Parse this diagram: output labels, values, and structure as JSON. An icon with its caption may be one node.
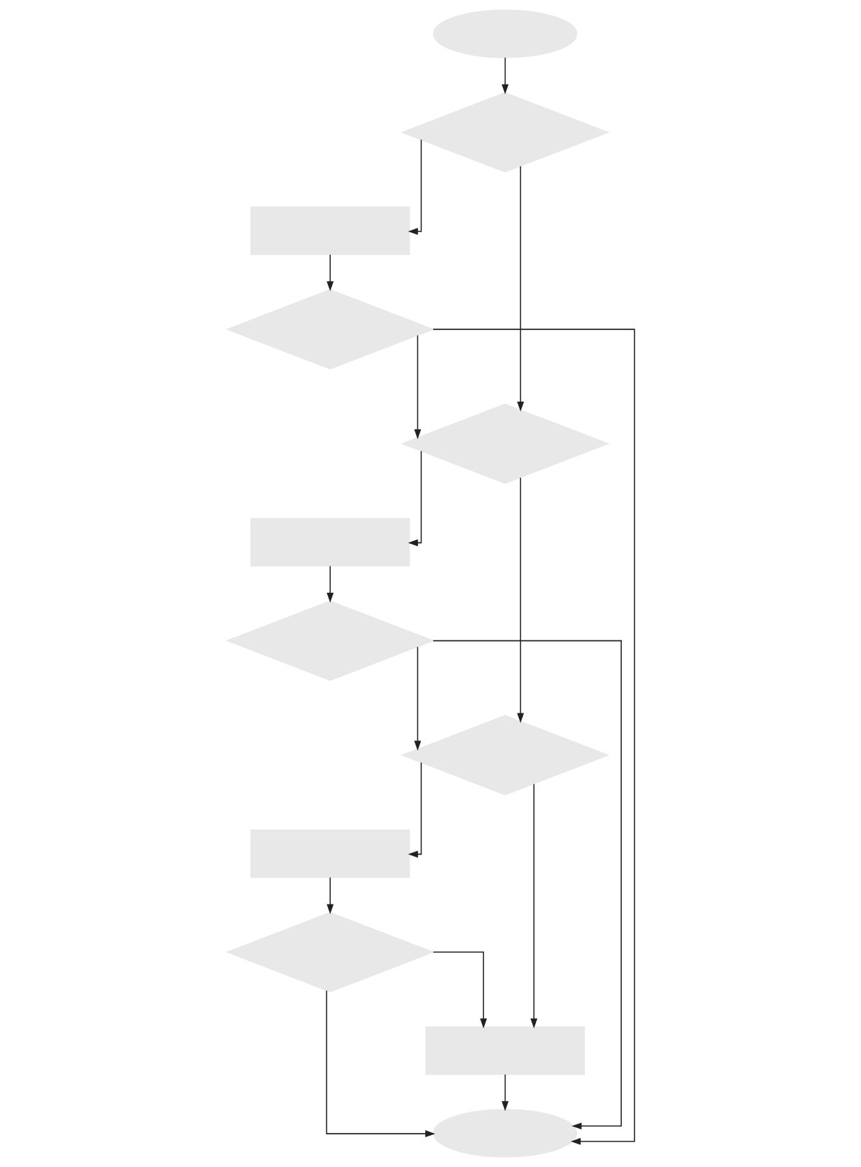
{
  "diagram": {
    "nodes": [
      {
        "text": [],
        "shape": "oval"
      },
      {
        "text": [],
        "shape": "diamond"
      },
      {
        "text": [],
        "shape": "box"
      },
      {
        "text": [],
        "shape": "diamond"
      },
      {
        "text": [],
        "shape": "diamond"
      },
      {
        "text": [],
        "shape": "box"
      },
      {
        "text": [],
        "shape": "diamond"
      },
      {
        "text": [],
        "shape": "diamond"
      },
      {
        "text": [],
        "shape": "box"
      },
      {
        "text": [],
        "shape": "diamond"
      },
      {
        "text": [],
        "shape": "box"
      },
      {
        "text": [],
        "shape": "oval"
      }
    ],
    "edges": [
      {
        "from": 0,
        "to": 1,
        "arrow": "to"
      },
      {
        "from": 1,
        "to": 2,
        "arrow": "to"
      },
      {
        "from": 1,
        "to": 4,
        "arrow": "to"
      },
      {
        "from": 2,
        "to": 3,
        "arrow": "to"
      },
      {
        "from": 3,
        "to": 4,
        "arrow": "to"
      },
      {
        "from": 3,
        "to": 11,
        "arrow": "to"
      },
      {
        "from": 4,
        "to": 5,
        "arrow": "to"
      },
      {
        "from": 4,
        "to": 7,
        "arrow": "to"
      },
      {
        "from": 5,
        "to": 6,
        "arrow": "to"
      },
      {
        "from": 6,
        "to": 7,
        "arrow": "to"
      },
      {
        "from": 6,
        "to": 11,
        "arrow": "to"
      },
      {
        "from": 7,
        "to": 8,
        "arrow": "to"
      },
      {
        "from": 7,
        "to": 10,
        "arrow": "to"
      },
      {
        "from": 8,
        "to": 9,
        "arrow": "to"
      },
      {
        "from": 9,
        "to": 10,
        "arrow": "to"
      },
      {
        "from": 9,
        "to": 11,
        "arrow": "to"
      },
      {
        "from": 10,
        "to": 11,
        "arrow": "to"
      }
    ]
  }
}
